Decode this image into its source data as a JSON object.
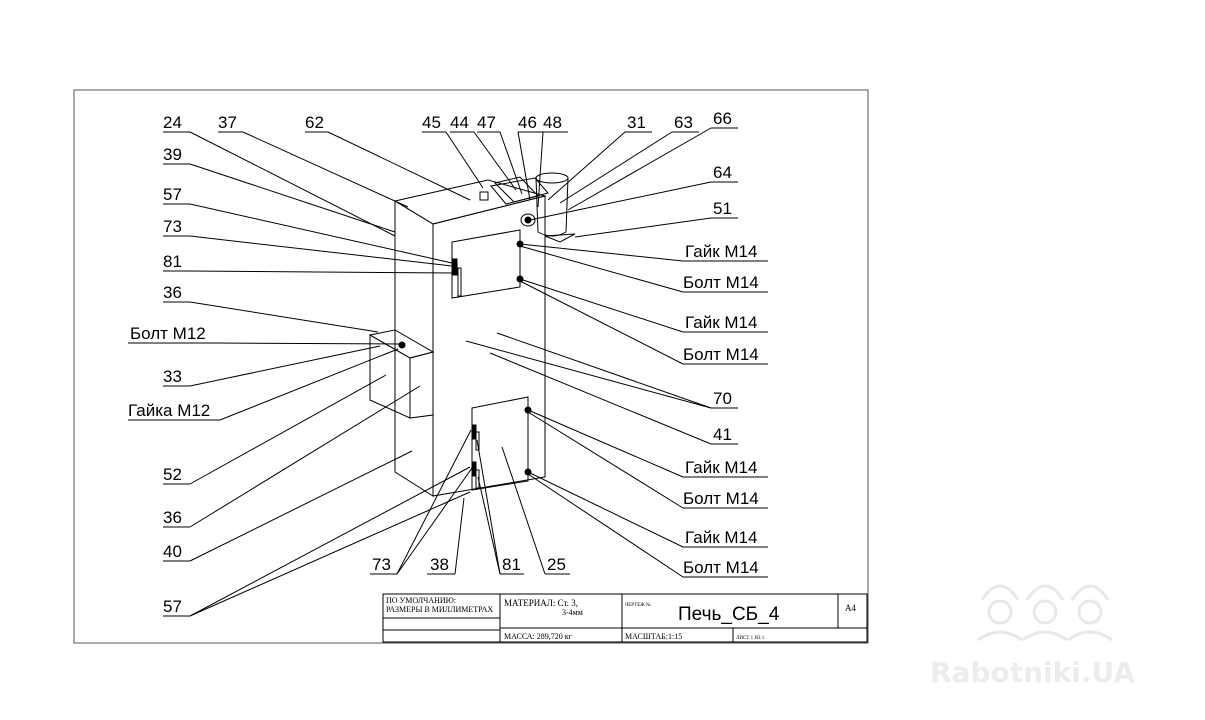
{
  "callouts_left": [
    "24",
    "39",
    "57",
    "73",
    "81",
    "36",
    "Болт М12",
    "33",
    "Гайка М12",
    "52",
    "36",
    "40",
    "57"
  ],
  "callouts_top": [
    "37",
    "62",
    "45",
    "44",
    "47",
    "46",
    "48",
    "31",
    "63",
    "66",
    "64",
    "51"
  ],
  "callouts_right": [
    "Гайк М14",
    "Болт М14",
    "Гайк М14",
    "Болт М14",
    "70",
    "41",
    "Гайк М14",
    "Болт М14",
    "Гайк М14",
    "Болт М14"
  ],
  "callouts_bottom": [
    "73",
    "38",
    "81",
    "25"
  ],
  "title_block": {
    "default_line1": "ПО УМОЛЧАНИЮ:",
    "default_line2": "РАЗМЕРЫ В МИЛЛИМЕТРАХ",
    "material_label": "МАТЕРИАЛ: Ст. 3,",
    "material_line2": "3-4мм",
    "drawing_no_label": "ЧЕРТЕЖ №",
    "drawing_title": "Печь_СБ_4",
    "sheet_size": "A4",
    "mass": "МАССА: 289,720 кг",
    "scale": "МАСШТАБ:1:15",
    "sheet": "ЛИСТ 1 ИЗ 1"
  },
  "watermark": "Rabotniki.UA"
}
